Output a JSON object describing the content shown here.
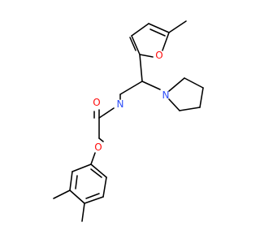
{
  "molecule": {
    "atoms": [
      {
        "id": "O-furan",
        "symbol": "O",
        "color": "#ff0d0d"
      },
      {
        "id": "N-amide",
        "symbol": "N",
        "color": "#3050f8"
      },
      {
        "id": "O-carbonyl",
        "symbol": "O",
        "color": "#ff0d0d"
      },
      {
        "id": "O-ether",
        "symbol": "O",
        "color": "#ff0d0d"
      },
      {
        "id": "N-pyrrolidine",
        "symbol": "N",
        "color": "#3050f8"
      }
    ],
    "bond_color": "#000000",
    "background": "#ffffff"
  }
}
